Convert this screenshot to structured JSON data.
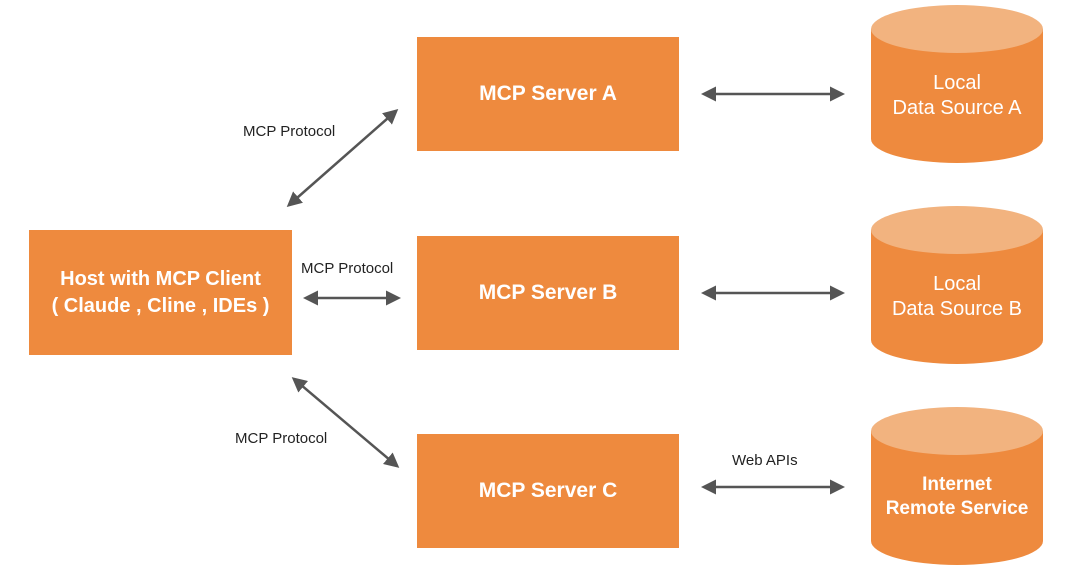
{
  "host": {
    "line1": "Host with MCP Client",
    "line2": "( Claude , Cline , IDEs )"
  },
  "servers": [
    {
      "label": "MCP Server A"
    },
    {
      "label": "MCP Server B"
    },
    {
      "label": "MCP Server C"
    }
  ],
  "edges": {
    "protocol_a": "MCP Protocol",
    "protocol_b": "MCP Protocol",
    "protocol_c": "MCP Protocol",
    "web_apis": "Web APIs"
  },
  "datasources": [
    {
      "line1": "Local",
      "line2": "Data Source A"
    },
    {
      "line1": "Local",
      "line2": "Data Source B"
    },
    {
      "line1": "Internet",
      "line2": "Remote Service"
    }
  ],
  "colors": {
    "box_fill": "#ee8a3e",
    "cylinder_top": "#f2b37f",
    "arrow": "#555555",
    "text_dark": "#222222"
  }
}
